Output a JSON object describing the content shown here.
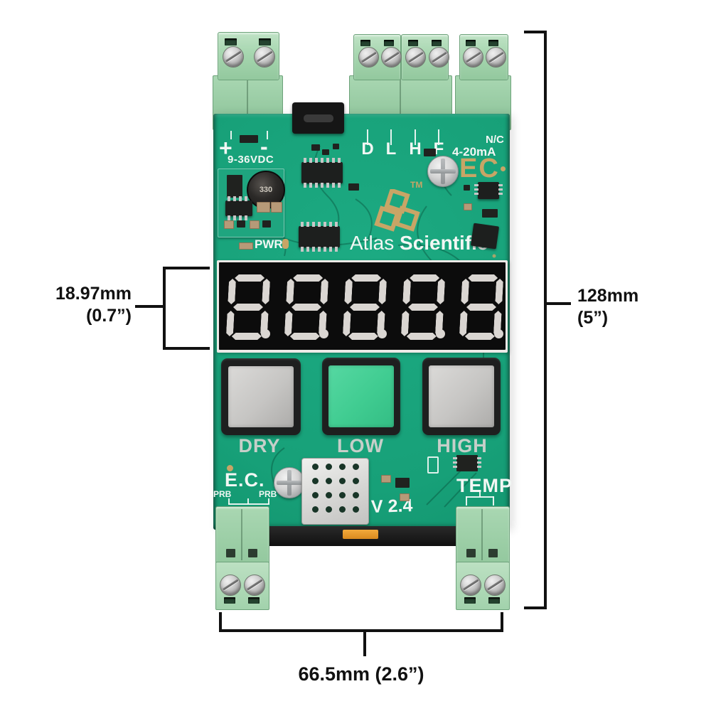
{
  "annotations": {
    "display_height": {
      "value": "18.97mm",
      "inches": "(0.7”)"
    },
    "board_height": {
      "value": "128mm",
      "inches": "(5”)"
    },
    "board_width": {
      "value": "66.5mm (2.6”)"
    }
  },
  "board": {
    "power": {
      "plus": "+",
      "minus": "-",
      "rating": "9-36VDC"
    },
    "outputs": {
      "pins": [
        "D",
        "L",
        "H",
        "F"
      ],
      "loop": "4-20mA",
      "nc": "N/C"
    },
    "branding": {
      "product": "EC",
      "trademark": "TM",
      "name_light": "Atlas",
      "name_bold": "Scientific"
    },
    "indicators": {
      "pwr": "PWR"
    },
    "components": {
      "inductor": "330"
    },
    "buttons": [
      {
        "label": "DRY",
        "state": "off"
      },
      {
        "label": "LOW",
        "state": "lit"
      },
      {
        "label": "HIGH",
        "state": "off"
      }
    ],
    "probe": {
      "label": "E.C.",
      "pin_left": "PRB",
      "pin_right": "PRB"
    },
    "temperature": {
      "label": "TEMP"
    },
    "version": "V 2.4",
    "display": {
      "digits": 5
    }
  },
  "colors": {
    "pcb_green": "#17a078",
    "terminal_green": "#a6d6af",
    "gold": "#c8a566",
    "button_lit_green": "#40cc91",
    "segment_gray": "#dad6d2",
    "annotation_black": "#111111"
  }
}
